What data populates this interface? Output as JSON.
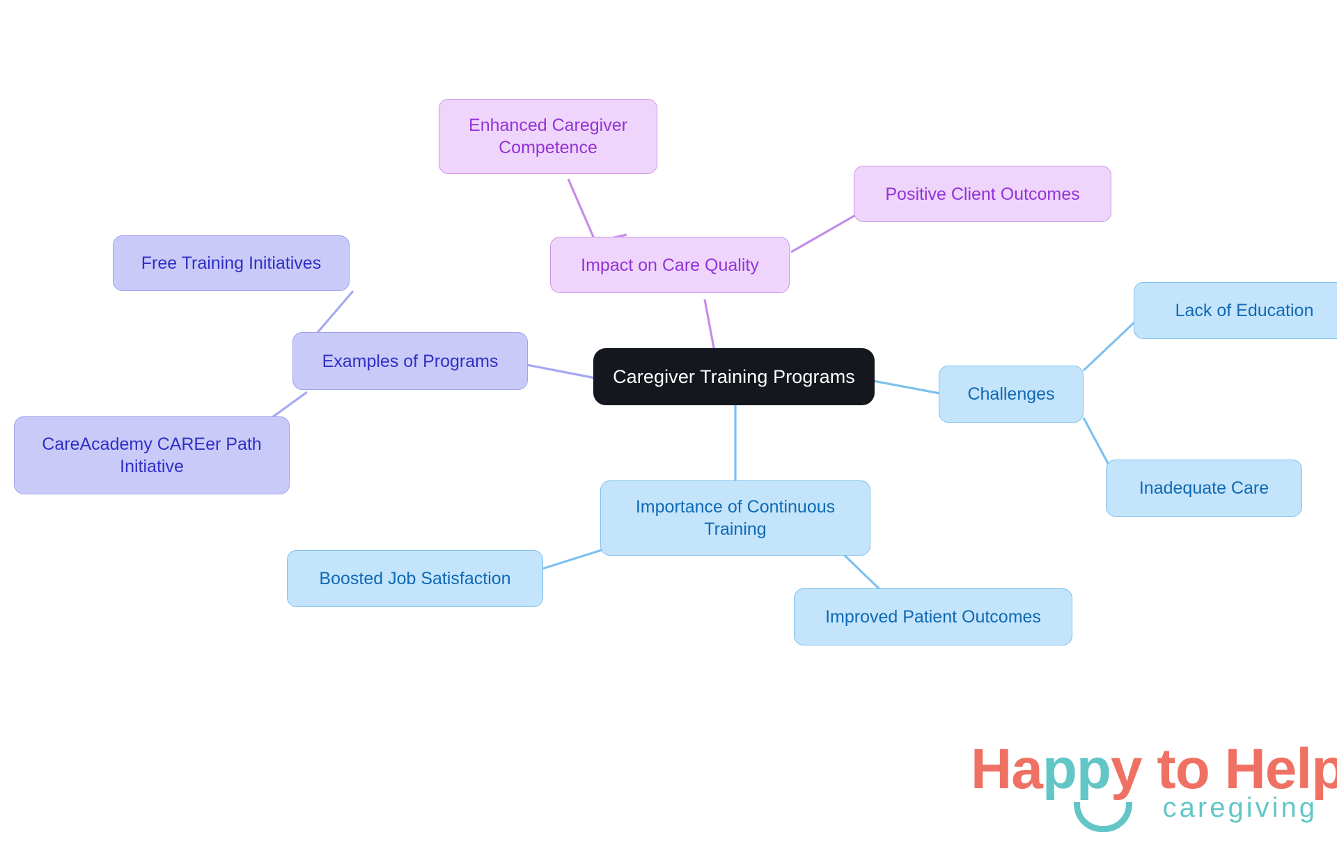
{
  "diagram": {
    "type": "mindmap",
    "root": {
      "id": "root",
      "label": "Caregiver Training Programs",
      "color": "#14171d",
      "text_color": "#ffffff"
    },
    "branches": [
      {
        "id": "impact-on-care-quality",
        "label": "Impact on Care Quality",
        "family": "purple",
        "fill": "#efd5fb",
        "border": "#cb93ea",
        "text_color": "#9333d8",
        "children": [
          {
            "id": "enhanced-caregiver-competence",
            "label": "Enhanced Caregiver\nCompetence"
          },
          {
            "id": "positive-client-outcomes",
            "label": "Positive Client Outcomes"
          }
        ]
      },
      {
        "id": "examples-of-programs",
        "label": "Examples of Programs",
        "family": "indigo",
        "fill": "#c9caf8",
        "border": "#9fa2ee",
        "text_color": "#2f2fc6",
        "children": [
          {
            "id": "free-training-initiatives",
            "label": "Free Training Initiatives"
          },
          {
            "id": "careacademy-career-path-initiative",
            "label": "CareAcademy CAREer Path\nInitiative"
          }
        ]
      },
      {
        "id": "challenges",
        "label": "Challenges",
        "family": "blue",
        "fill": "#c3e4fb",
        "border": "#7cc0ee",
        "text_color": "#1069b4",
        "children": [
          {
            "id": "lack-of-education",
            "label": "Lack of Education"
          },
          {
            "id": "inadequate-care",
            "label": "Inadequate Care"
          }
        ]
      },
      {
        "id": "importance-of-continuous-training",
        "label": "Importance of Continuous\nTraining",
        "family": "blue",
        "fill": "#c3e4fb",
        "border": "#7cc0ee",
        "text_color": "#1069b4",
        "children": [
          {
            "id": "boosted-job-satisfaction",
            "label": "Boosted Job Satisfaction"
          },
          {
            "id": "improved-patient-outcomes",
            "label": "Improved Patient Outcomes"
          }
        ]
      }
    ]
  },
  "logo": {
    "line1_a": "Ha",
    "line1_b": "pp",
    "line1_c": "y to Help",
    "line2": "caregiving",
    "coral": "#ef7163",
    "teal": "#63c6c6"
  }
}
